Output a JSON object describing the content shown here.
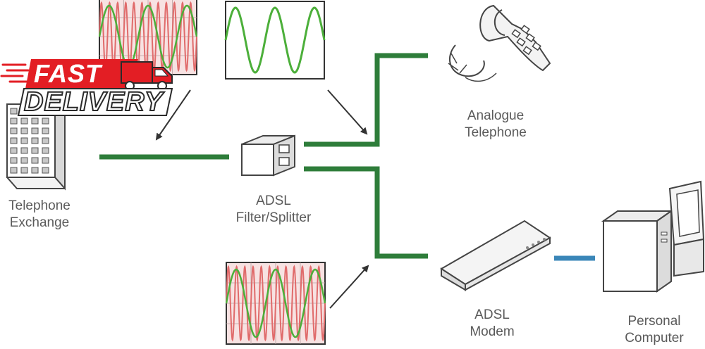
{
  "labels": {
    "telephone_exchange": [
      "Telephone",
      "Exchange"
    ],
    "adsl_splitter": [
      "ADSL",
      "Filter/Splitter"
    ],
    "analogue_telephone": [
      "Analogue",
      "Telephone"
    ],
    "adsl_modem": [
      "ADSL",
      "Modem"
    ],
    "personal_computer": [
      "Personal",
      "Computer"
    ]
  },
  "logo": {
    "line1": "FAST",
    "line2": "DELIVERY"
  },
  "colors": {
    "line_green": "#2e7d3a",
    "line_blue": "#3a86b8",
    "wave_green": "#4caf3a",
    "wave_red": "#e06b6b",
    "wave_bg": "#f6e3e3",
    "logo_red": "#e31e24",
    "icon_stroke": "#444444"
  }
}
